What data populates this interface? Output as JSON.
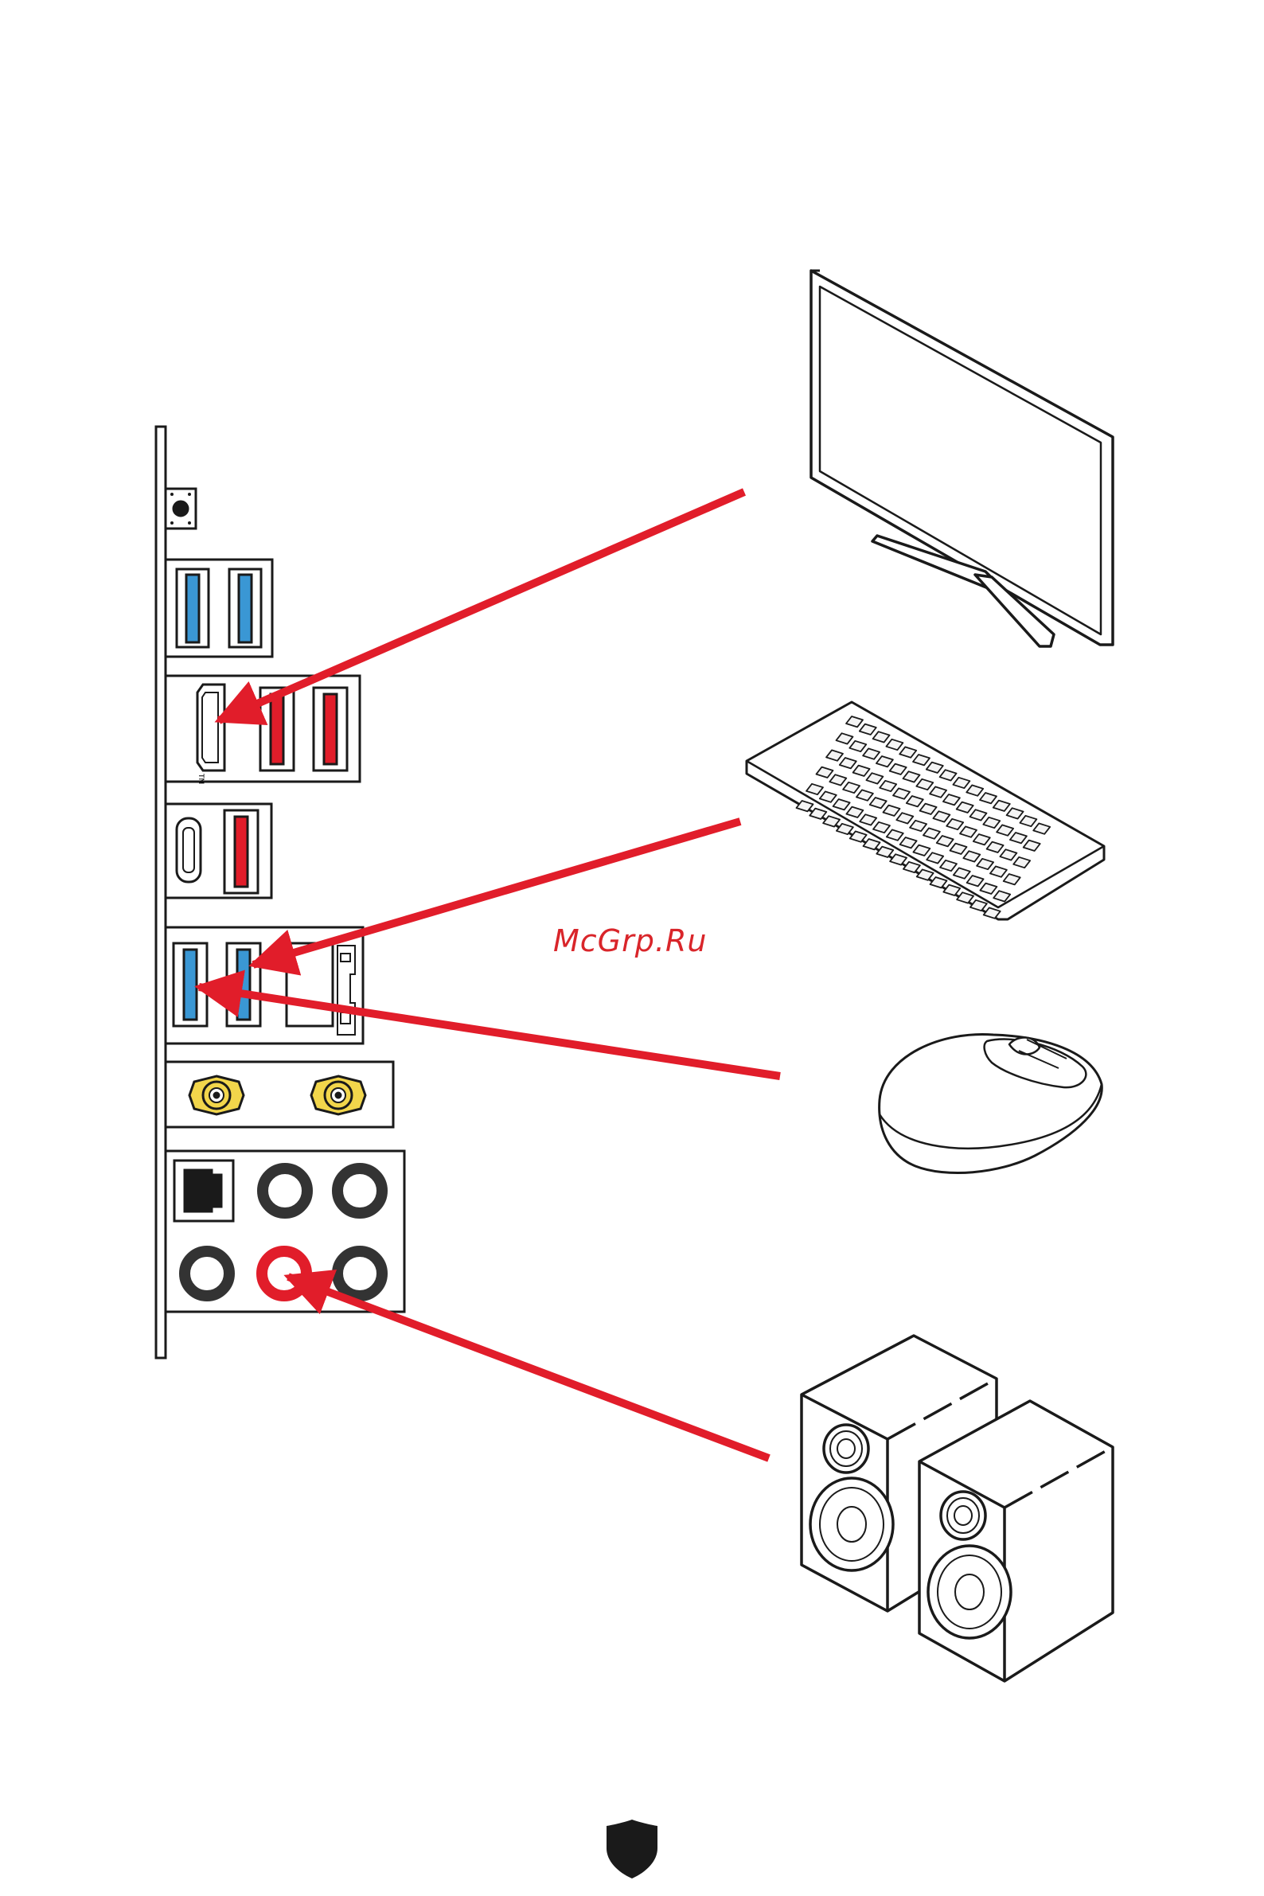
{
  "watermark": {
    "text": "McGrp.Ru"
  },
  "io_panel": {
    "hdmi_tm_mark": "TM",
    "port_groups": [
      {
        "name": "usb-a-blue-pair",
        "ports": [
          "usb-a",
          "usb-a"
        ],
        "color": "#3a97d4"
      },
      {
        "name": "hdmi-and-usb-red",
        "ports": [
          "hdmi",
          "usb-a",
          "usb-a"
        ],
        "color": "#e11d2a"
      },
      {
        "name": "usb-c-and-usb-red",
        "ports": [
          "usb-c",
          "usb-a"
        ],
        "color": "#e11d2a"
      },
      {
        "name": "usb-blue-and-lan",
        "ports": [
          "usb-a",
          "usb-a",
          "rj45"
        ],
        "color": "#3a97d4"
      },
      {
        "name": "wifi-antenna-connectors",
        "ports": [
          "antenna",
          "antenna"
        ],
        "color": "#f2d64b"
      },
      {
        "name": "audio-jacks",
        "ports": [
          "optical-spdif",
          "audio",
          "audio",
          "audio",
          "audio-line-out",
          "audio"
        ],
        "color": "#e11d2a"
      }
    ]
  },
  "devices": [
    {
      "name": "monitor",
      "icon": "monitor-icon",
      "connects_to": "hdmi"
    },
    {
      "name": "keyboard",
      "icon": "keyboard-icon",
      "connects_to": "usb-a"
    },
    {
      "name": "mouse",
      "icon": "mouse-icon",
      "connects_to": "usb-a"
    },
    {
      "name": "speakers",
      "icon": "speakers-icon",
      "connects_to": "audio-line-out"
    }
  ],
  "colors": {
    "arrow": "#e11d2a",
    "usb_blue": "#3a97d4",
    "usb_red": "#e11d2a",
    "antenna_gold": "#f2d64b",
    "outline": "#1a1a1a"
  },
  "footer": {
    "logo": "msi-shield-icon"
  }
}
